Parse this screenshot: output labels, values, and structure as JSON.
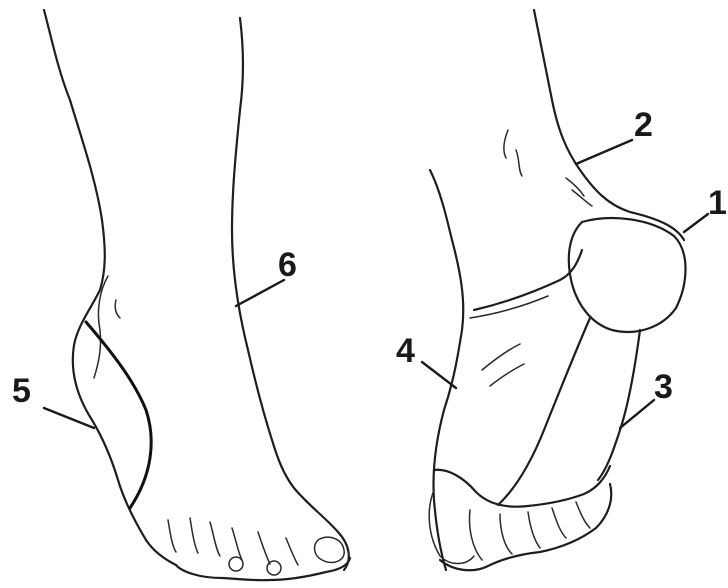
{
  "labels": {
    "l1": "1",
    "l2": "2",
    "l3": "3",
    "l4": "4",
    "l5": "5",
    "l6": "6"
  }
}
